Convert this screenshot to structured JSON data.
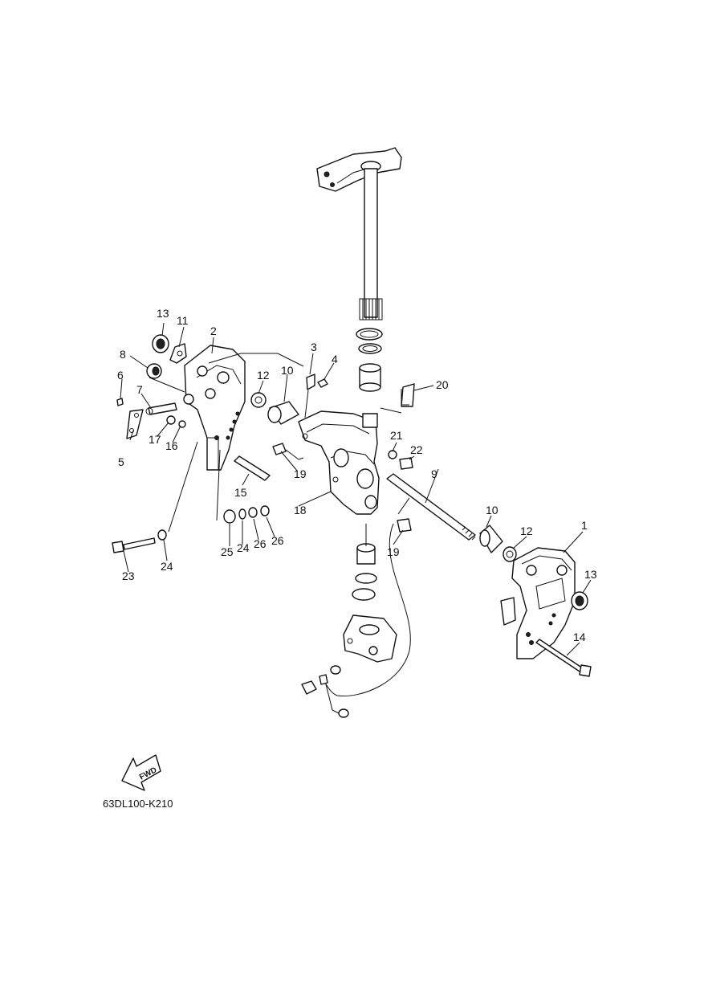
{
  "callouts": [
    {
      "id": "c13a",
      "text": "13"
    },
    {
      "id": "c11",
      "text": "11"
    },
    {
      "id": "c2",
      "text": "2"
    },
    {
      "id": "c8",
      "text": "8"
    },
    {
      "id": "c6",
      "text": "6"
    },
    {
      "id": "c7",
      "text": "7"
    },
    {
      "id": "c5",
      "text": "5"
    },
    {
      "id": "c17",
      "text": "17"
    },
    {
      "id": "c16",
      "text": "16"
    },
    {
      "id": "c3",
      "text": "3"
    },
    {
      "id": "c4",
      "text": "4"
    },
    {
      "id": "c12a",
      "text": "12"
    },
    {
      "id": "c10a",
      "text": "10"
    },
    {
      "id": "c20",
      "text": "20"
    },
    {
      "id": "c21",
      "text": "21"
    },
    {
      "id": "c22",
      "text": "22"
    },
    {
      "id": "c19a",
      "text": "19"
    },
    {
      "id": "c15",
      "text": "15"
    },
    {
      "id": "c9",
      "text": "9"
    },
    {
      "id": "c18",
      "text": "18"
    },
    {
      "id": "c25",
      "text": "25"
    },
    {
      "id": "c24a",
      "text": "24"
    },
    {
      "id": "c26a",
      "text": "26"
    },
    {
      "id": "c26b",
      "text": "26"
    },
    {
      "id": "c23",
      "text": "23"
    },
    {
      "id": "c24b",
      "text": "24"
    },
    {
      "id": "c10b",
      "text": "10"
    },
    {
      "id": "c12b",
      "text": "12"
    },
    {
      "id": "c1",
      "text": "1"
    },
    {
      "id": "c19b",
      "text": "19"
    },
    {
      "id": "c13b",
      "text": "13"
    },
    {
      "id": "c14",
      "text": "14"
    }
  ],
  "fwd_label": "FWD",
  "diagram_code": "63DL100-K210"
}
